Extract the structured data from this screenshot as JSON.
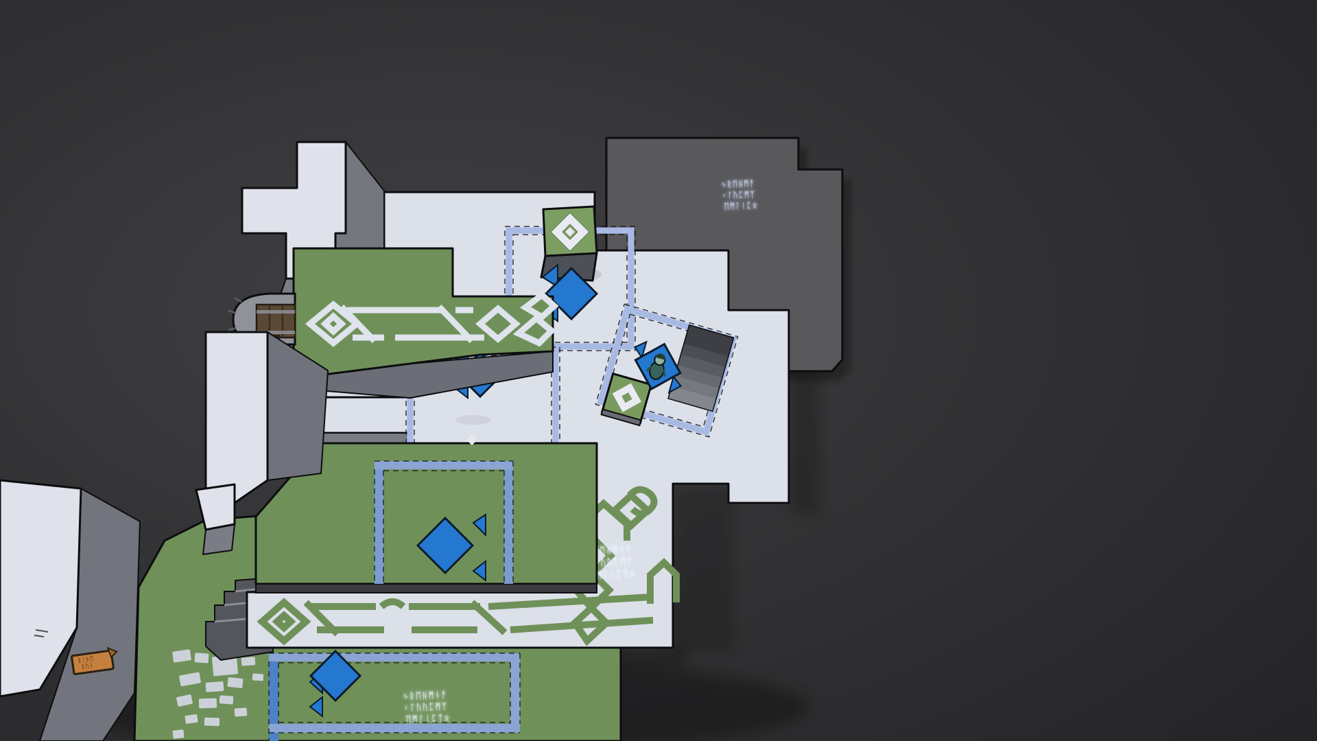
{
  "scene": {
    "view": "overworld-map",
    "background_color": "#2b2b2d",
    "highlight_color": "#3e3e41"
  },
  "palette": {
    "platform_white": "#dce0e9",
    "platform_green": "#6f9159",
    "platform_dark": "#59595c",
    "wall_gray": "#75777f",
    "region_border_light": "#a8b9e4",
    "region_border_strong": "#4d82c6",
    "gem_blue": "#2478d0",
    "cube_top_green": "#7d9e63",
    "icon_white": "#e8ebf1",
    "sign_orange": "#c5803e",
    "rune_glow": "#8fa8ff",
    "wood_brown": "#5a4836"
  },
  "inscriptions": {
    "note_top_right": {
      "lines": [
        "ᛃᚱᛖᚺᛗᚨ",
        "ᚲᛚᚢᛈᛗᛉ",
        "ᛖᛗᛚᛁᛈᛟ"
      ]
    },
    "note_center": {
      "lines": [
        "ᛃᚱᛖᚺᛗᚾᚨ",
        "ᚲᛚᚢᚢᛈᛗᛉ",
        "ᛖᛗᛚᛁᛈᛏᛟ"
      ]
    },
    "note_bottom": {
      "lines": [
        "ᛃᚱᛖᚺᛗᚾᚨ",
        "ᚲᛚᚢᚢᛈᛗᛉ",
        "ᛖᛗᛚᛁᛈᛏᛟ"
      ]
    },
    "sign": {
      "lines": [
        "ᛒᛁᚦᛖ",
        "ᚱᚢᚾ"
      ]
    }
  },
  "entities": {
    "gems": [
      {
        "id": "gem-1",
        "icon": "blue-diamond-gem",
        "zone": "north-plaza"
      },
      {
        "id": "gem-2",
        "icon": "blue-diamond-gem",
        "zone": "tilted-court"
      },
      {
        "id": "gem-3",
        "icon": "blue-diamond-gem",
        "zone": "west-terrace"
      },
      {
        "id": "gem-4",
        "icon": "blue-diamond-gem",
        "zone": "green-field"
      },
      {
        "id": "gem-5",
        "icon": "blue-diamond-gem",
        "zone": "south-garden"
      }
    ],
    "cube": {
      "id": "gem-cube",
      "icon": "diamond-ring-icon"
    },
    "pedestal_tile": {
      "id": "goal-tile",
      "icon": "diamond-ring-icon"
    },
    "puzzle_zones": 5,
    "stairways": 2,
    "character": {
      "id": "player-character",
      "state": "standing-on-gem"
    },
    "dock": {
      "id": "wooden-dock"
    },
    "sign": {
      "id": "orange-signpost"
    }
  }
}
